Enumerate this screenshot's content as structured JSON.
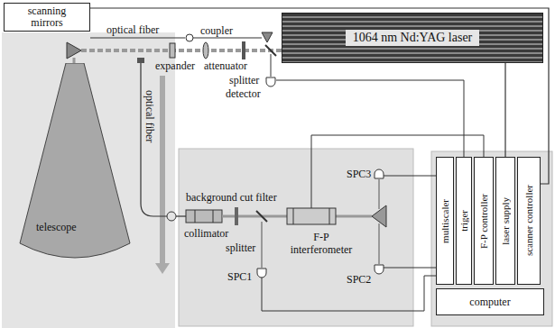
{
  "diagram": {
    "nodes": [
      {
        "text": [
          "scanning mirrors"
        ]
      },
      {
        "text": [
          "1064 nm Nd:YAG laser"
        ]
      },
      {
        "text": [
          "telescope"
        ]
      },
      {
        "text": [
          "multiscaler"
        ]
      },
      {
        "text": [
          "triger"
        ]
      },
      {
        "text": [
          "F-P controller"
        ]
      },
      {
        "text": [
          "laser supply"
        ]
      },
      {
        "text": [
          "scanner controller"
        ]
      },
      {
        "text": [
          "computer"
        ]
      }
    ],
    "edges": [
      {
        "from": 7,
        "to": 0,
        "arrow": "none"
      },
      {
        "from": 6,
        "to": 1,
        "arrow": "none"
      }
    ],
    "labels": [
      "optical fiber",
      "coupler",
      "attenuator",
      "splitter",
      "detector",
      "expander",
      "optical fiber",
      "background cut filter",
      "collimator",
      "splitter",
      "F-P interferometer",
      "SPC3",
      "SPC1",
      "SPC2"
    ]
  }
}
